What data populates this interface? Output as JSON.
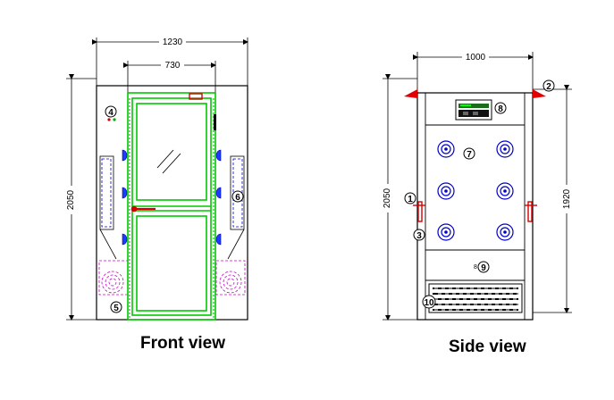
{
  "front_view": {
    "caption": "Front view",
    "dims": {
      "overall_width": "1230",
      "door_width": "730",
      "height": "2050"
    },
    "callouts": [
      "4",
      "5",
      "6"
    ]
  },
  "side_view": {
    "caption": "Side view",
    "dims": {
      "overall_width": "1000",
      "height": "2050",
      "door_height": "1920"
    },
    "callouts": [
      "1",
      "2",
      "3",
      "7",
      "8",
      "9",
      "10"
    ],
    "small_label": "8"
  },
  "colors": {
    "outline": "#000000",
    "door_frame": "#00c800",
    "fans": "#0000cc",
    "blower": "#cc00cc",
    "handle": "#d40000",
    "nozzle": "#e00000"
  }
}
